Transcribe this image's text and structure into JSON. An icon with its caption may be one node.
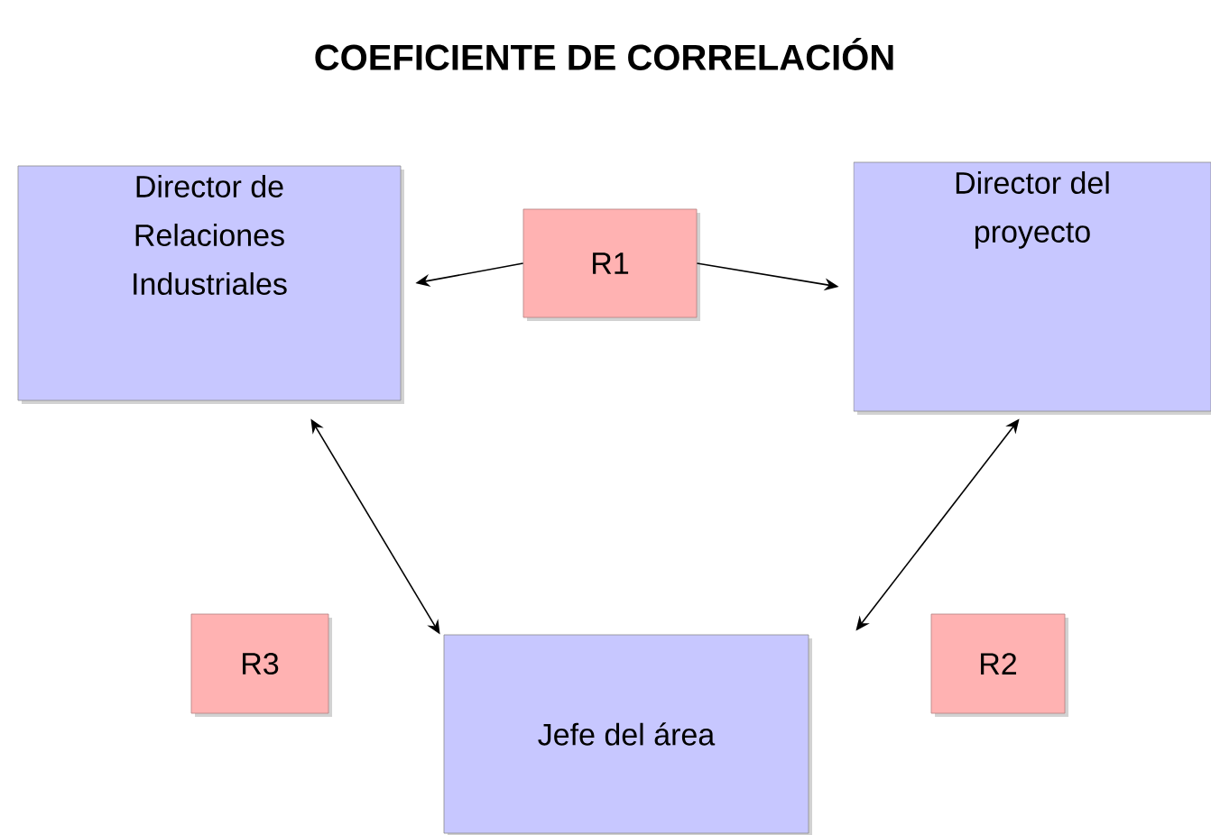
{
  "diagram": {
    "title": "COEFICIENTE DE CORRELACIÓN",
    "nodes": [
      {
        "text": [
          "Director de Relaciones Industriales"
        ]
      },
      {
        "text": [
          "Director del proyecto"
        ]
      },
      {
        "text": [
          "Jefe del área"
        ]
      },
      {
        "text": [
          "R1"
        ]
      },
      {
        "text": [
          "R3"
        ]
      },
      {
        "text": [
          "R2"
        ]
      }
    ],
    "edges": [
      {
        "from": 3,
        "to": 0,
        "arrow": "to"
      },
      {
        "from": 3,
        "to": 1,
        "arrow": "to"
      },
      {
        "from": 0,
        "to": 2,
        "arrow": "both"
      },
      {
        "from": 1,
        "to": 2,
        "arrow": "both"
      }
    ]
  }
}
